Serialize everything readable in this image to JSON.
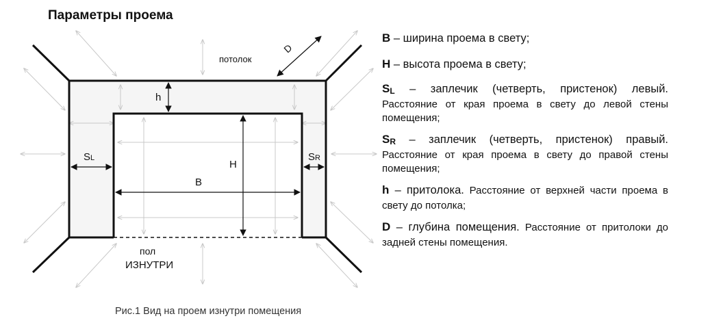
{
  "title": "Параметры проема",
  "caption": "Рис.1 Вид на проем изнутри помещения",
  "diagram": {
    "ceiling": "потолок",
    "floor": "пол",
    "inside": "ИЗНУТРИ",
    "d": "D",
    "h": "h",
    "H": "H",
    "B": "B",
    "sl_main": "S",
    "sl_sub": "L",
    "sr_main": "S",
    "sr_sub": "R"
  },
  "legend": [
    {
      "symbol": "B",
      "sub": "",
      "lead": " – ширина проема в свету;",
      "desc": ""
    },
    {
      "symbol": "H",
      "sub": "",
      "lead": " – высота проема в свету;",
      "desc": ""
    },
    {
      "symbol": "S",
      "sub": "L",
      "lead": " – заплечик (четверть, пристенок) левый.",
      "desc": " Расстояние от края проема в свету до левой стены помещения;"
    },
    {
      "symbol": "S",
      "sub": "R",
      "lead": " – заплечик (четверть, пристенок) правый.",
      "desc": " Расстояние от края проема в свету до правой стены помещения;"
    },
    {
      "symbol": "h",
      "sub": "",
      "lead": " – притолока.",
      "desc": " Расстояние от верхней части проема в свету до потолка;"
    },
    {
      "symbol": "D",
      "sub": "",
      "lead": " – глубина помещения.",
      "desc": " Расстояние от притолоки до задней стены помещения."
    }
  ]
}
